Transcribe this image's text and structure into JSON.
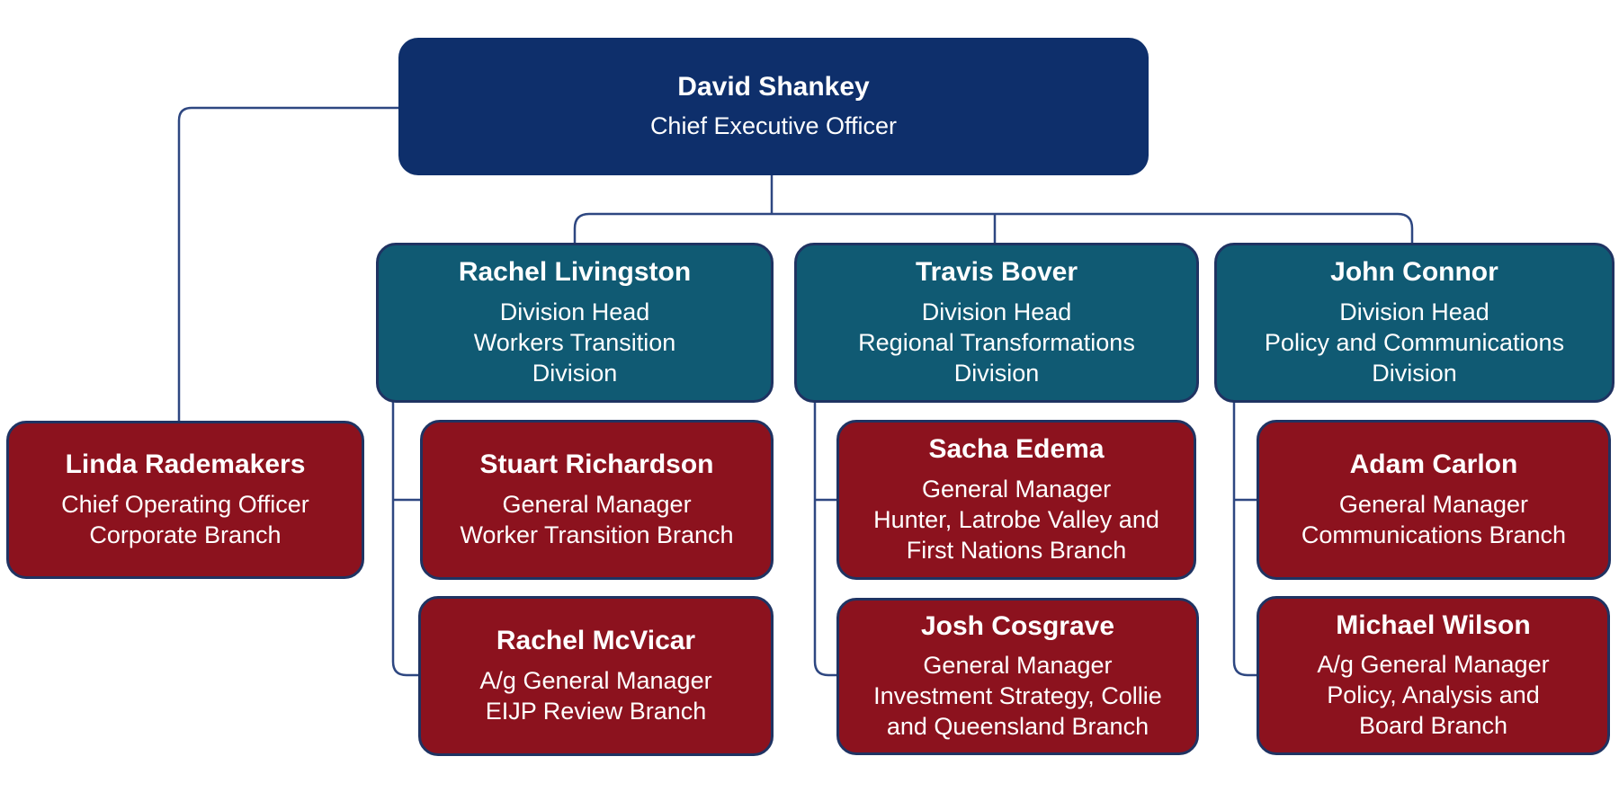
{
  "colors": {
    "navy": "#0E2F6B",
    "teal": "#105A73",
    "red": "#8C121E",
    "box_border": "#1F3362",
    "connector": "#2E4781",
    "text": "#FFFFFF",
    "background": "#FFFFFF"
  },
  "nodes": {
    "ceo": {
      "name": "David Shankey",
      "lines": [
        "Chief Executive Officer"
      ]
    },
    "coo": {
      "name": "Linda Rademakers",
      "lines": [
        "Chief Operating Officer",
        "Corporate Branch"
      ]
    },
    "div_workers_transition": {
      "name": "Rachel Livingston",
      "lines": [
        "Division Head",
        "Workers Transition",
        "Division"
      ]
    },
    "div_regional_transformations": {
      "name": "Travis Bover",
      "lines": [
        "Division Head",
        "Regional Transformations",
        "Division"
      ]
    },
    "div_policy_communications": {
      "name": "John Connor",
      "lines": [
        "Division Head",
        "Policy and Communications",
        "Division"
      ]
    },
    "gm_worker_transition": {
      "name": "Stuart Richardson",
      "lines": [
        "General Manager",
        "Worker Transition Branch"
      ]
    },
    "gm_eijp_review": {
      "name": "Rachel McVicar",
      "lines": [
        "A/g General Manager",
        "EIJP Review Branch"
      ]
    },
    "gm_hunter_latrobe_first_nations": {
      "name": "Sacha Edema",
      "lines": [
        "General Manager",
        "Hunter, Latrobe Valley and",
        "First Nations Branch"
      ]
    },
    "gm_investment_strategy": {
      "name": "Josh Cosgrave",
      "lines": [
        "General Manager",
        "Investment Strategy, Collie",
        "and Queensland Branch"
      ]
    },
    "gm_communications": {
      "name": "Adam Carlon",
      "lines": [
        "General Manager",
        "Communications Branch"
      ]
    },
    "gm_policy_analysis_board": {
      "name": "Michael Wilson",
      "lines": [
        "A/g General Manager",
        "Policy, Analysis and",
        "Board Branch"
      ]
    }
  }
}
